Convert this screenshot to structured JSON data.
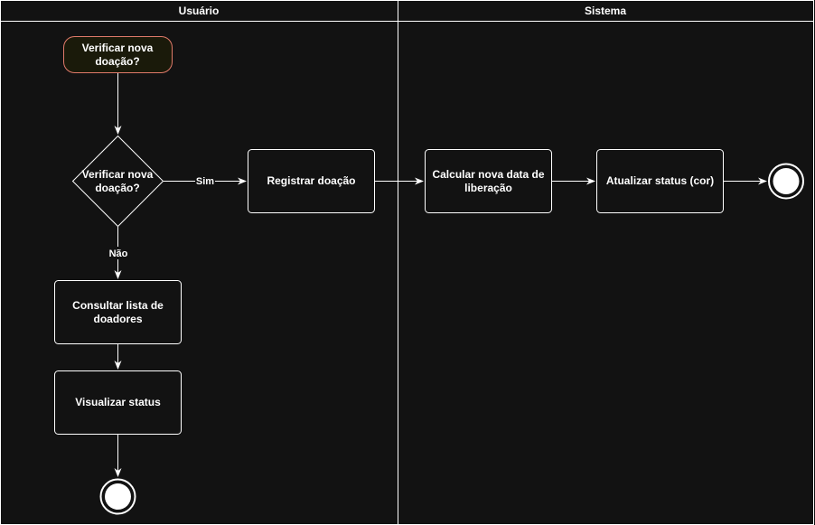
{
  "lanes": [
    {
      "title": "Usuário"
    },
    {
      "title": "Sistema"
    }
  ],
  "nodes": {
    "start": {
      "line1": "Verificar nova",
      "line2": "doação?"
    },
    "decision": {
      "line1": "Verificar nova",
      "line2": "doação?"
    },
    "registrar": {
      "label": "Registrar doação"
    },
    "calcular": {
      "line1": "Calcular nova data de",
      "line2": "liberação"
    },
    "atualizar": {
      "label": "Atualizar status (cor)"
    },
    "consultar": {
      "line1": "Consultar lista de",
      "line2": "doadores"
    },
    "visualizar": {
      "label": "Visualizar status"
    }
  },
  "edges": {
    "yes_label": "Sim",
    "no_label": "Não"
  },
  "colors": {
    "background": "#121212",
    "stroke": "#ffffff",
    "start_fill": "#1a1a0a",
    "start_stroke": "#e07a6a"
  }
}
